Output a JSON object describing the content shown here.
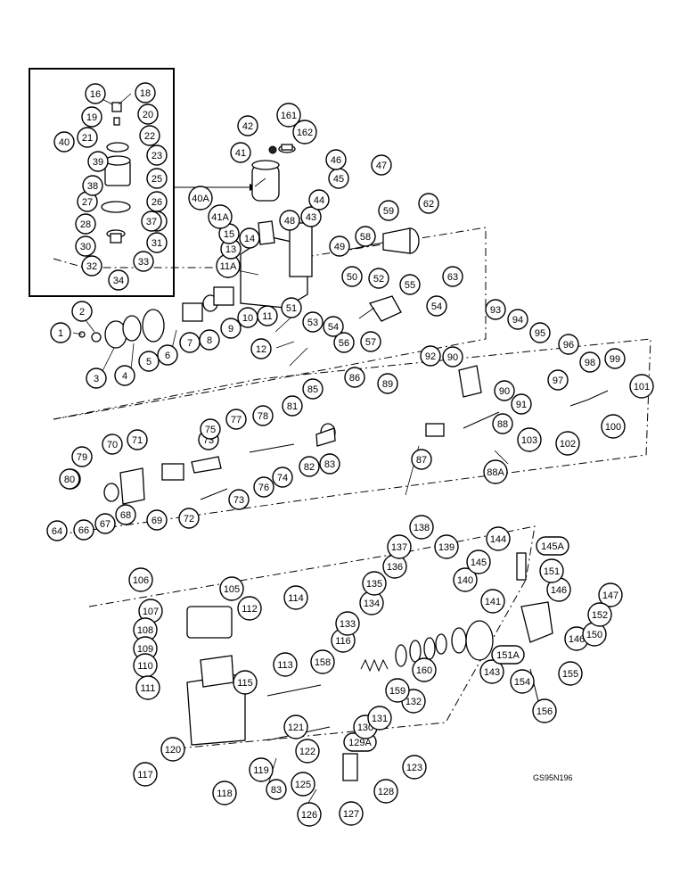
{
  "drawing_code": "GS95N196",
  "callouts": [
    "1",
    "2",
    "3",
    "4",
    "5",
    "6",
    "7",
    "8",
    "9",
    "10",
    "11",
    "11A",
    "12",
    "13",
    "14",
    "15",
    "16",
    "18",
    "19",
    "20",
    "21",
    "22",
    "23",
    "25",
    "26",
    "27",
    "28",
    "29",
    "30",
    "31",
    "32",
    "33",
    "34",
    "37",
    "38",
    "39",
    "40",
    "40A",
    "41",
    "41A",
    "42",
    "43",
    "44",
    "45",
    "46",
    "47",
    "48",
    "49",
    "50",
    "51",
    "52",
    "53",
    "54",
    "54",
    "55",
    "56",
    "57",
    "58",
    "59",
    "62",
    "63",
    "64",
    "66",
    "67",
    "68",
    "69",
    "70",
    "71",
    "72",
    "72",
    "73",
    "73",
    "74",
    "75",
    "76",
    "77",
    "78",
    "79",
    "80",
    "81",
    "82",
    "83",
    "85",
    "86",
    "87",
    "88",
    "88A",
    "89",
    "90",
    "90",
    "91",
    "92",
    "93",
    "94",
    "95",
    "96",
    "97",
    "98",
    "99",
    "100",
    "101",
    "102",
    "103",
    "105",
    "106",
    "107",
    "108",
    "109",
    "110",
    "111",
    "112",
    "113",
    "114",
    "115",
    "116",
    "117",
    "118",
    "119",
    "120",
    "121",
    "122",
    "123",
    "125",
    "126",
    "127",
    "128",
    "129A",
    "130",
    "131",
    "132",
    "133",
    "134",
    "135",
    "136",
    "137",
    "138",
    "139",
    "140",
    "141",
    "143",
    "144",
    "145",
    "145A",
    "146",
    "146",
    "147",
    "150",
    "151",
    "151A",
    "152",
    "154",
    "155",
    "156",
    "158",
    "159",
    "160",
    "161",
    "162",
    "83"
  ]
}
